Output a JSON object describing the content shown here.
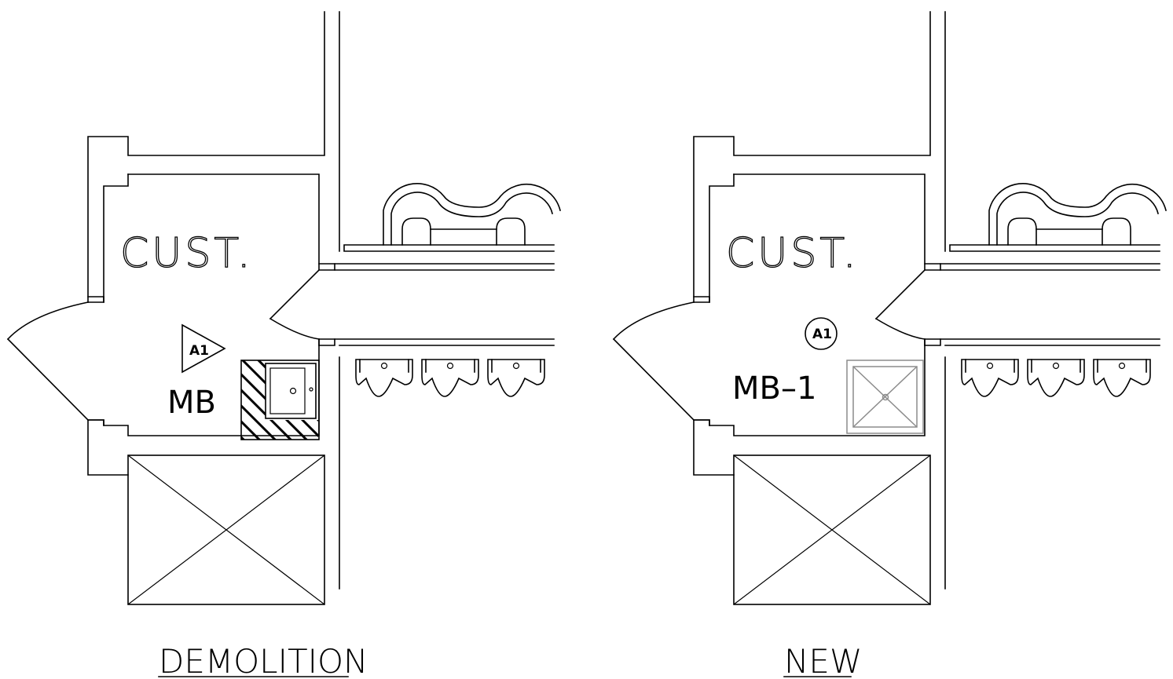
{
  "plans": [
    {
      "title": "DEMOLITION",
      "room_label": "CUST.",
      "fixture_tag": "MB",
      "marker_type": "triangle",
      "marker_label": "A1"
    },
    {
      "title": "NEW",
      "room_label": "CUST.",
      "fixture_tag": "MB–1",
      "marker_type": "circle",
      "marker_label": "A1"
    }
  ],
  "colors": {
    "linework": "#000000",
    "new_fixture": "#8c8c8c",
    "background": "#ffffff"
  }
}
